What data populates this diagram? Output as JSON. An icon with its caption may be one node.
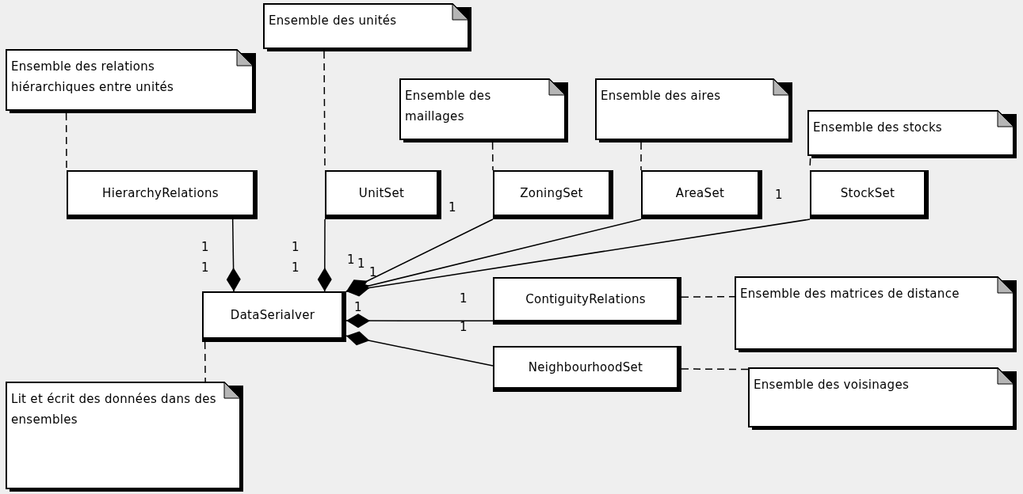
{
  "diagram": {
    "nodes": [
      {
        "text": [
          "Ensemble des unités"
        ]
      },
      {
        "text": [
          "Ensemble des relations hiérarchiques entre unités"
        ]
      },
      {
        "text": [
          "Ensemble des maillages"
        ]
      },
      {
        "text": [
          "Ensemble des aires"
        ]
      },
      {
        "text": [
          "Ensemble des stocks"
        ]
      },
      {
        "text": [
          "HierarchyRelations"
        ]
      },
      {
        "text": [
          "UnitSet"
        ]
      },
      {
        "text": [
          "ZoningSet"
        ]
      },
      {
        "text": [
          "AreaSet"
        ]
      },
      {
        "text": [
          "StockSet"
        ]
      },
      {
        "text": [
          "DataSerialver"
        ]
      },
      {
        "text": [
          "ContiguityRelations"
        ]
      },
      {
        "text": [
          "Ensemble des matrices de distance"
        ]
      },
      {
        "text": [
          "NeighbourhoodSet"
        ]
      },
      {
        "text": [
          "Ensemble des voisinages"
        ]
      },
      {
        "text": [
          "Lit et écrit des données dans des ensembles"
        ]
      }
    ],
    "edges": [
      {
        "from": 1,
        "to": 5,
        "arrow": "none",
        "style": "dashed"
      },
      {
        "from": 0,
        "to": 6,
        "arrow": "none",
        "style": "dashed"
      },
      {
        "from": 2,
        "to": 7,
        "arrow": "none",
        "style": "dashed"
      },
      {
        "from": 3,
        "to": 8,
        "arrow": "none",
        "style": "dashed"
      },
      {
        "from": 4,
        "to": 9,
        "arrow": "none",
        "style": "dashed"
      },
      {
        "from": 5,
        "to": 10,
        "arrow": "other"
      },
      {
        "from": 6,
        "to": 10,
        "arrow": "other"
      },
      {
        "from": 7,
        "to": 10,
        "arrow": "other"
      },
      {
        "from": 8,
        "to": 10,
        "arrow": "other"
      },
      {
        "from": 9,
        "to": 10,
        "arrow": "other"
      },
      {
        "from": 11,
        "to": 10,
        "arrow": "other"
      },
      {
        "from": 13,
        "to": 10,
        "arrow": "other"
      },
      {
        "from": 11,
        "to": 12,
        "arrow": "none",
        "style": "dashed"
      },
      {
        "from": 13,
        "to": 14,
        "arrow": "none",
        "style": "dashed"
      },
      {
        "from": 10,
        "to": 15,
        "arrow": "none",
        "style": "dashed"
      }
    ],
    "labels": [
      "1",
      "1",
      "1",
      "1",
      "1",
      "1",
      "1",
      "1",
      "1",
      "1",
      "1",
      "1"
    ]
  }
}
